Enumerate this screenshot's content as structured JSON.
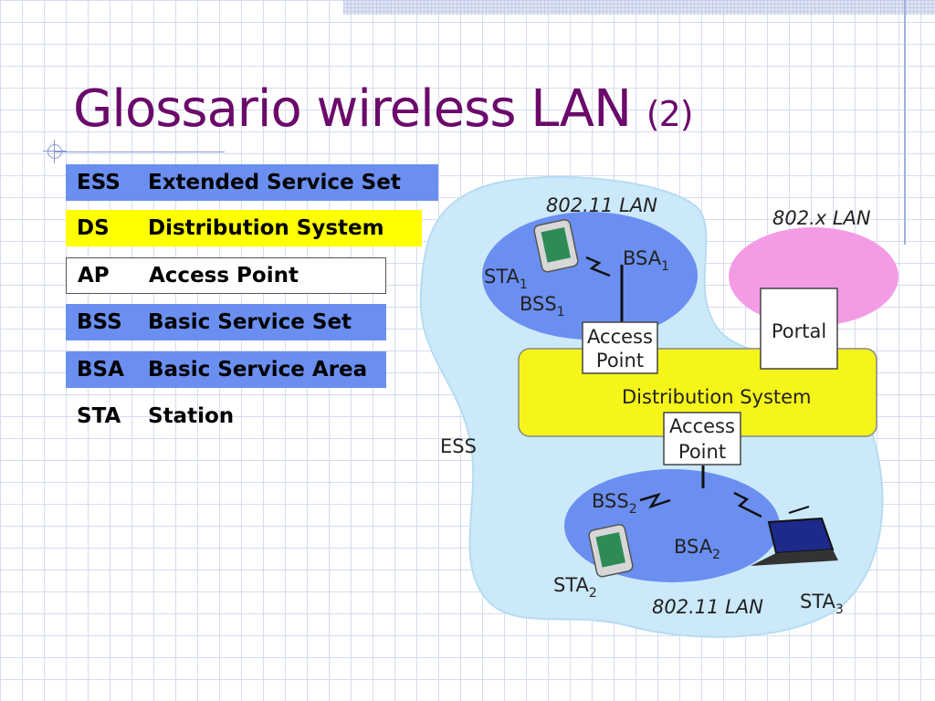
{
  "slide": {
    "title": "Glossario wireless LAN",
    "title_suffix": "(2)"
  },
  "glossary": [
    {
      "abbr": "ESS",
      "full": "Extended Service Set",
      "highlight": "#6b8ff0"
    },
    {
      "abbr": "DS",
      "full": "Distribution System",
      "highlight": "#ffff00"
    },
    {
      "abbr": "AP",
      "full": "Access Point",
      "highlight": "outline"
    },
    {
      "abbr": "BSS",
      "full": "Basic Service Set",
      "highlight": "#6b8ff0"
    },
    {
      "abbr": "BSA",
      "full": "Basic Service Area",
      "highlight": "#6b8ff0"
    },
    {
      "abbr": "STA",
      "full": "Station",
      "highlight": "none"
    }
  ],
  "diagram": {
    "lan_top": "802.11 LAN",
    "lan_right": "802.x LAN",
    "lan_bottom": "802.11 LAN",
    "ess": "ESS",
    "sta": "STA",
    "bsa": "BSA",
    "bss": "BSS",
    "sub1": "1",
    "sub2": "2",
    "sub3": "3",
    "access_line1": "Access",
    "access_line2": "Point",
    "portal": "Portal",
    "distribution_system": "Distribution System",
    "colors": {
      "ess_area": "#cbe9f9",
      "bss_area": "#6b8ff0",
      "ds_bar": "#f5f51a",
      "lan_blob": "#f49be6"
    }
  }
}
